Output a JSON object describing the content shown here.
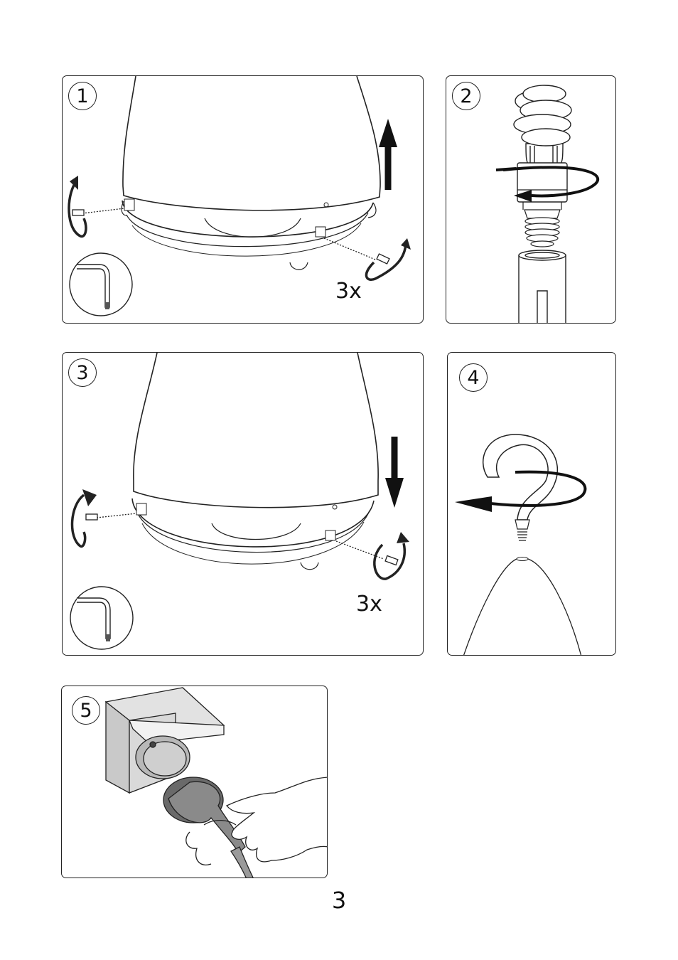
{
  "steps": [
    {
      "number": "1",
      "quantity": "3x"
    },
    {
      "number": "2"
    },
    {
      "number": "3",
      "quantity": "3x"
    },
    {
      "number": "4"
    },
    {
      "number": "5"
    }
  ],
  "page_number": "3",
  "icons": {
    "step1": [
      "lamp-shade-illustration",
      "screw-icon",
      "rotate-arrow-icon",
      "up-arrow-icon",
      "hex-key-icon"
    ],
    "step2": [
      "spiral-bulb-icon",
      "rotate-arrow-icon",
      "lamp-socket-icon"
    ],
    "step3": [
      "lamp-shade-illustration",
      "screw-icon",
      "rotate-arrow-icon",
      "down-arrow-icon",
      "hex-key-icon"
    ],
    "step4": [
      "hook-icon",
      "rotate-arrow-icon",
      "lamp-top-icon"
    ],
    "step5": [
      "outlet-icon",
      "plug-icon",
      "hand-icon"
    ]
  }
}
